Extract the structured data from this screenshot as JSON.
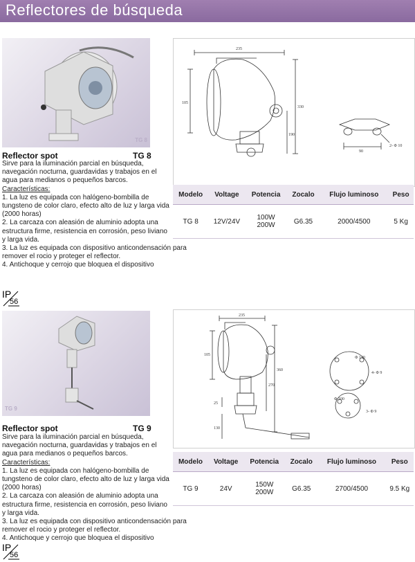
{
  "header": {
    "title": "Reflectores de búsqueda"
  },
  "columns": [
    "Modelo",
    "Voltage",
    "Potencia",
    "Zocalo",
    "Flujo luminoso",
    "Peso"
  ],
  "products": [
    {
      "caption": "TG 8",
      "title": "Reflector spot",
      "code": "TG 8",
      "description": "Sirve para la iluminación parcial en búsqueda, navegación nocturna, guardavidas y trabajos en el agua para medianos o pequeños barcos.",
      "features_heading": "Características:",
      "features": [
        "1. La luz es equipada con halógeno-bombilla de tungsteno de color claro, efecto alto de luz y larga vida (2000 horas)",
        "2. La carcaza con aleasión de aluminio adopta una estructura firme, resistencia en corrosión, peso liviano y larga vida.",
        "3. La luz es equipada con dispositivo anticondensación para remover el rocio y proteger el reflector.",
        "4. Antichoque y cerrojo que bloquea el dispositivo"
      ],
      "specs": {
        "modelo": "TG 8",
        "voltage": "12V/24V",
        "potencia1": "100W",
        "potencia2": "200W",
        "zocalo": "G6.35",
        "flujo": "2000/4500",
        "peso": "5 Kg"
      },
      "ip": {
        "a": "IP",
        "b": "56"
      },
      "dims": {
        "w": "235",
        "h1": "105",
        "h2": "330",
        "h3": "190",
        "hole": "90",
        "holes": "2- Φ 10"
      }
    },
    {
      "caption": "TG 9",
      "title": "Reflector spot",
      "code": "TG 9",
      "description": "Sirve para la iluminación parcial en búsqueda, navegación nocturna, guardavidas y trabajos en el agua para medianos o pequeños barcos.",
      "features_heading": "Características:",
      "features": [
        "1. La luz es equipada con halógeno-bombilla de tungsteno de color claro, efecto alto de luz y larga vida (2000 horas)",
        "2. La carcaza con aleasión de aluminio adopta una estructura firme, resistencia en corrosión, peso liviano y larga vida.",
        "3. La luz es equipada con dispositivo anticondensación para remover el rocio y proteger el reflector.",
        "4. Antichoque y cerrojo que bloquea el dispositivo"
      ],
      "specs": {
        "modelo": "TG 9",
        "voltage": "24V",
        "potencia1": "150W",
        "potencia2": "200W",
        "zocalo": "G6.35",
        "flujo": "2700/4500",
        "peso": "9.5 Kg"
      },
      "ip": {
        "a": "IP",
        "b": "56"
      },
      "dims": {
        "w": "235",
        "h1": "105",
        "h2": "360",
        "h3": "270",
        "h4": "25",
        "h5": "130",
        "d1": "Φ 140",
        "d2": "4- Φ 9",
        "d3": "Φ 100",
        "d4": "3- Φ 9"
      }
    }
  ]
}
